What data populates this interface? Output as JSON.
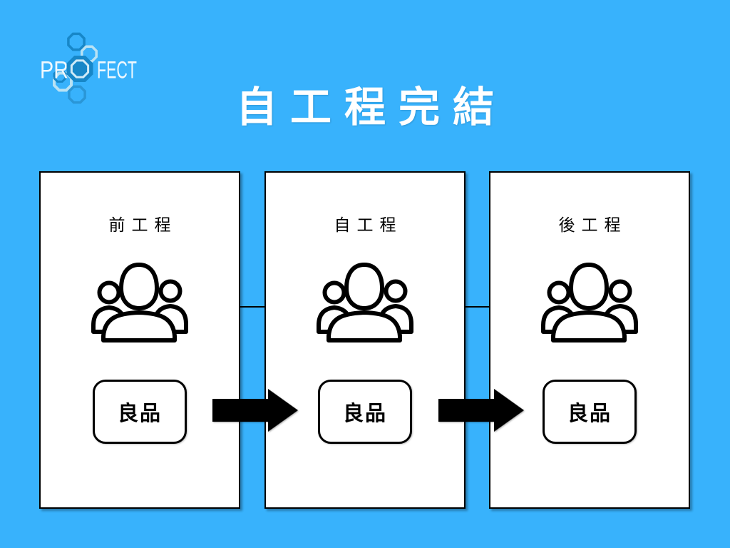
{
  "slide": {
    "background_color": "#38b2fc",
    "title": "自工程完結",
    "logo": {
      "name": "PROFECT",
      "part1": "PR",
      "part2": "FECT",
      "dark_blue": "#1787c8",
      "mid_blue": "#2a96d6",
      "light_blue": "#b9e2f4"
    },
    "panels": [
      {
        "label": "前工程",
        "box": "良品"
      },
      {
        "label": "自工程",
        "box": "良品"
      },
      {
        "label": "後工程",
        "box": "良品"
      }
    ],
    "colors": {
      "panel_background": "#ffffff",
      "panel_border": "#000000",
      "arrow": "#000000",
      "title_text": "#ffffff"
    }
  }
}
